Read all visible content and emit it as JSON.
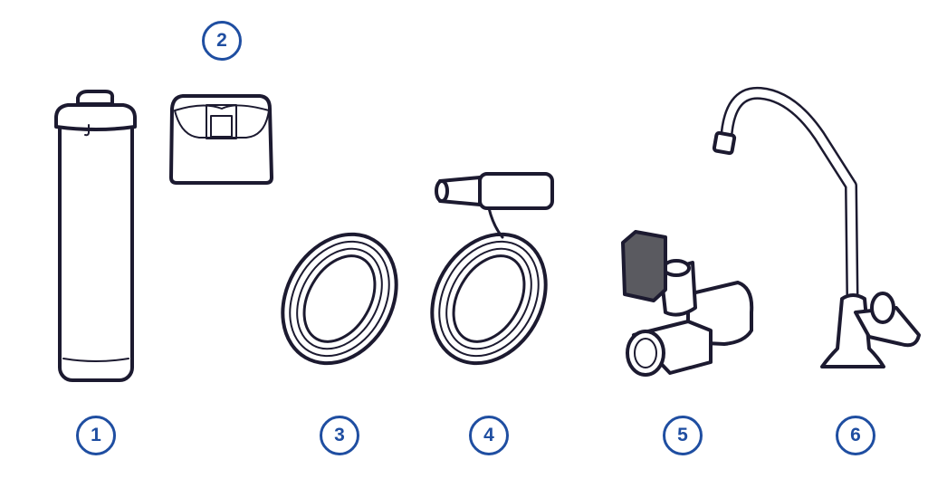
{
  "parts": [
    {
      "number": "1",
      "icon": "filter-cartridge-icon"
    },
    {
      "number": "2",
      "icon": "filter-cap-icon"
    },
    {
      "number": "3",
      "icon": "tubing-coil-icon"
    },
    {
      "number": "4",
      "icon": "tubing-with-connector-icon"
    },
    {
      "number": "5",
      "icon": "feed-valve-icon"
    },
    {
      "number": "6",
      "icon": "faucet-icon"
    }
  ],
  "colors": {
    "badge": "#1f4ea1",
    "outline": "#1c1a30",
    "valve_handle": "#5a5a60"
  }
}
